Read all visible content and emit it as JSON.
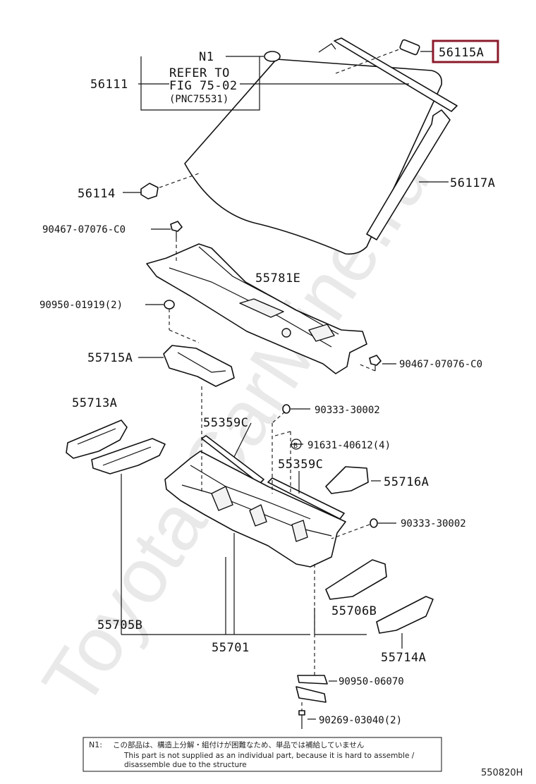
{
  "diagram_code": "550820H",
  "highlighted_part": "56115A",
  "refer_note": {
    "n1": "N1",
    "line1": "REFER TO",
    "line2": "FIG 75-02",
    "line3": "(PNC75531)"
  },
  "labels": {
    "p56111": "56111",
    "p56115A": "56115A",
    "p56114": "56114",
    "p56117A": "56117A",
    "p90467a": "90467-07076-C0",
    "p55781E": "55781E",
    "p90950a": "90950-01919(2)",
    "p55715A": "55715A",
    "p90467b": "90467-07076-C0",
    "p55713A": "55713A",
    "p90333a": "90333-30002",
    "p55359Ca": "55359C",
    "p91631": "91631-40612(4)",
    "b_marker": "B",
    "p55359Cb": "55359C",
    "p55716A": "55716A",
    "p90333b": "90333-30002",
    "p55706B": "55706B",
    "p55705B": "55705B",
    "p55701": "55701",
    "p55714A": "55714A",
    "p90950b": "90950-06070",
    "p90269": "90269-03040(2)"
  },
  "footnote": {
    "tag": "N1:",
    "japanese": "この部品は、構造上分解・組付けが困難なため、単品では補給していません",
    "english1": "This part is not supplied as an individual part, because it is hard to assemble /",
    "english2": "disassemble due to the structure"
  },
  "watermark": "Toyota-CarMine.ru"
}
